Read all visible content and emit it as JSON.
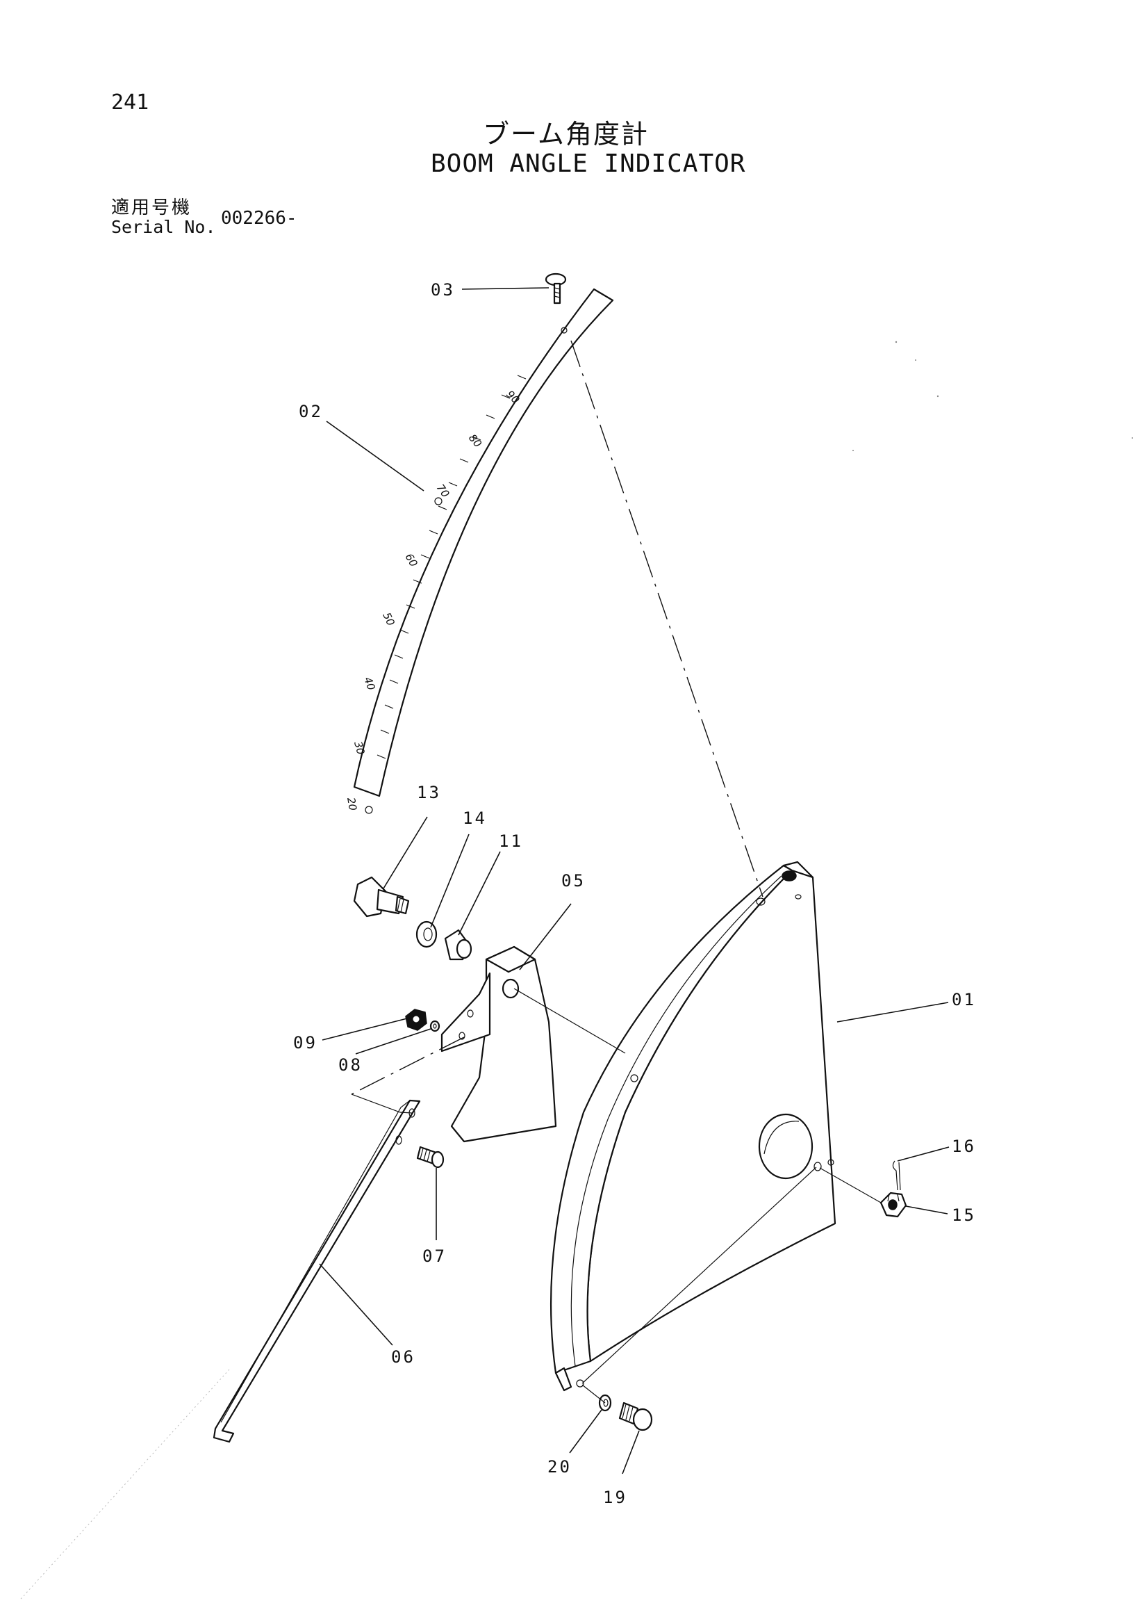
{
  "page": {
    "number": "241",
    "title_jp": "ブーム角度計",
    "title_en": "BOOM ANGLE INDICATOR",
    "serial_label_jp": "適用号機",
    "serial_label_en": "Serial No.",
    "serial_value": "002266-"
  },
  "callouts": [
    "01",
    "02",
    "03",
    "05",
    "06",
    "07",
    "08",
    "09",
    "11",
    "13",
    "14",
    "15",
    "16",
    "19",
    "20"
  ],
  "scale_marks": [
    "90",
    "80",
    "70",
    "60",
    "50",
    "40",
    "30",
    "20"
  ],
  "icons": {
    "screw": "screw-icon",
    "bolt": "bolt-icon",
    "nut": "nut-icon",
    "washer": "washer-icon",
    "collar": "collar-icon",
    "cotter_pin": "cotter-pin-icon"
  }
}
